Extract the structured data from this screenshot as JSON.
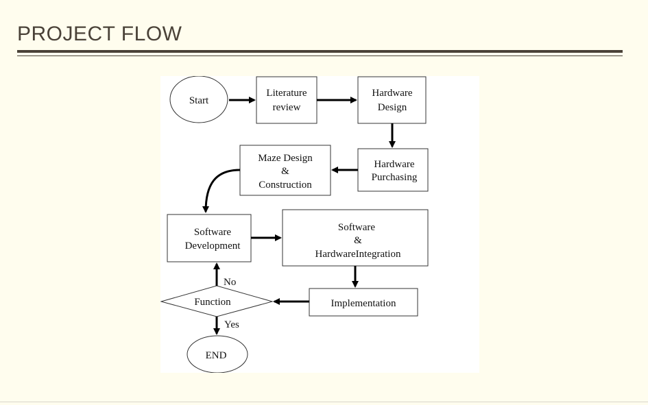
{
  "slide": {
    "title": "PROJECT FLOW"
  },
  "flowchart": {
    "start": "Start",
    "literature": [
      "Literature",
      "review"
    ],
    "hw_design": [
      "Hardware",
      "Design"
    ],
    "hw_purchasing": [
      "Hardware",
      "Purchasing"
    ],
    "maze": [
      "Maze Design",
      "&",
      "Construction"
    ],
    "sw_dev": [
      "Software",
      "Development"
    ],
    "integration": [
      "Software",
      "&",
      "HardwareIntegration"
    ],
    "implementation": "Implementation",
    "function": "Function",
    "label_no": "No",
    "label_yes": "Yes",
    "end": "END"
  }
}
